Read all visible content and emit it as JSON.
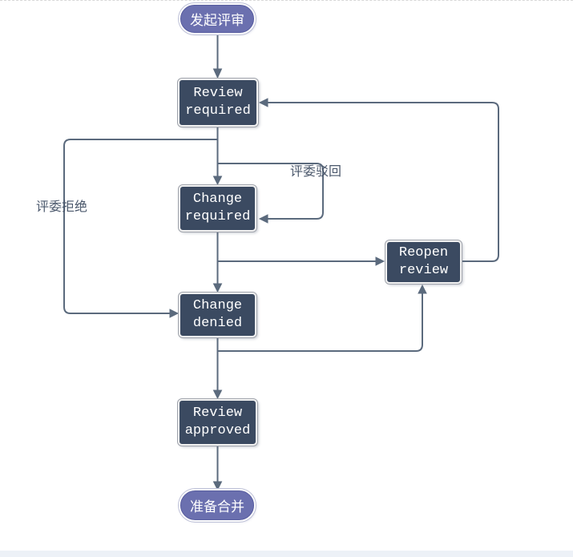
{
  "colors": {
    "state_fill": "#3b4a61",
    "state_text": "#ffffff",
    "terminal_fill": "#6b70af",
    "terminal_border": "#575c9f",
    "edge_line": "#5b6a7d",
    "edge_label_text": "#4a576b",
    "top_border": "#d8d8d8",
    "bottom_band": "#edf1f7"
  },
  "diagram": {
    "nodes": [
      {
        "id": "start",
        "type": "terminal",
        "line1": "发起评审",
        "line2": ""
      },
      {
        "id": "review-required",
        "type": "state",
        "line1": "Review",
        "line2": "required"
      },
      {
        "id": "change-required",
        "type": "state",
        "line1": "Change",
        "line2": "required"
      },
      {
        "id": "reopen-review",
        "type": "state",
        "line1": "Reopen",
        "line2": "review"
      },
      {
        "id": "change-denied",
        "type": "state",
        "line1": "Change",
        "line2": "denied"
      },
      {
        "id": "review-approved",
        "type": "state",
        "line1": "Review",
        "line2": "approved"
      },
      {
        "id": "end",
        "type": "terminal",
        "line1": "准备合并",
        "line2": ""
      }
    ],
    "edges": [
      {
        "from": "start",
        "to": "review-required",
        "label": ""
      },
      {
        "from": "review-required",
        "to": "change-required",
        "label": ""
      },
      {
        "from": "review-required",
        "to": "change-denied",
        "label": "评委拒绝"
      },
      {
        "from": "review-required",
        "to": "change-required",
        "label": "评委驳回"
      },
      {
        "from": "change-required",
        "to": "change-denied",
        "label": ""
      },
      {
        "from": "change-required",
        "to": "reopen-review",
        "label": ""
      },
      {
        "from": "reopen-review",
        "to": "review-required",
        "label": ""
      },
      {
        "from": "change-denied",
        "to": "reopen-review",
        "label": ""
      },
      {
        "from": "change-denied",
        "to": "review-approved",
        "label": ""
      },
      {
        "from": "review-approved",
        "to": "end",
        "label": ""
      }
    ]
  }
}
